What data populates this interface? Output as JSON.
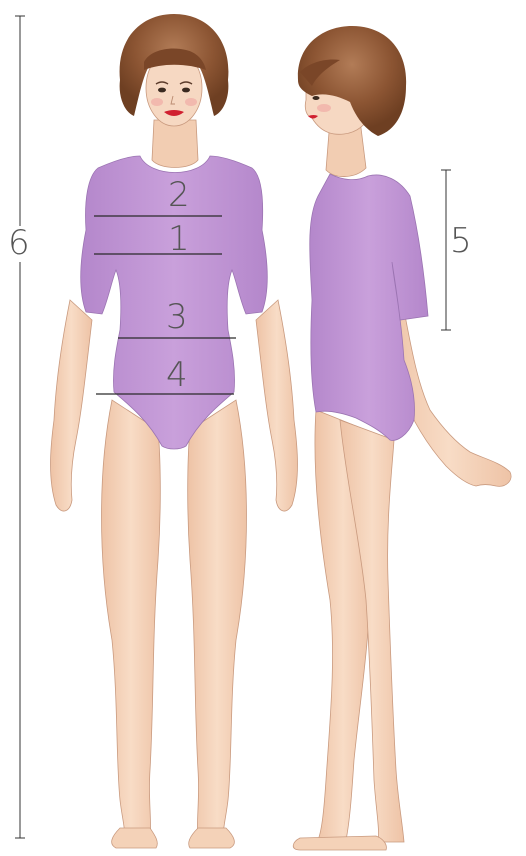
{
  "figure": {
    "measurements": [
      {
        "id": "chest",
        "label": "1"
      },
      {
        "id": "upper-chest",
        "label": "2"
      },
      {
        "id": "waist",
        "label": "3"
      },
      {
        "id": "hips",
        "label": "4"
      },
      {
        "id": "back-length",
        "label": "5"
      },
      {
        "id": "height",
        "label": "6"
      }
    ],
    "colors": {
      "leotard": "#c49ad6",
      "leotard_shadow": "#a97cc0",
      "skin": "#f6d6bd",
      "skin_shadow": "#e6b69a",
      "hair": "#8a5432",
      "hair_highlight": "#b07a55",
      "lips": "#d02030",
      "line": "#2a2a2a",
      "label": "#555555"
    }
  }
}
